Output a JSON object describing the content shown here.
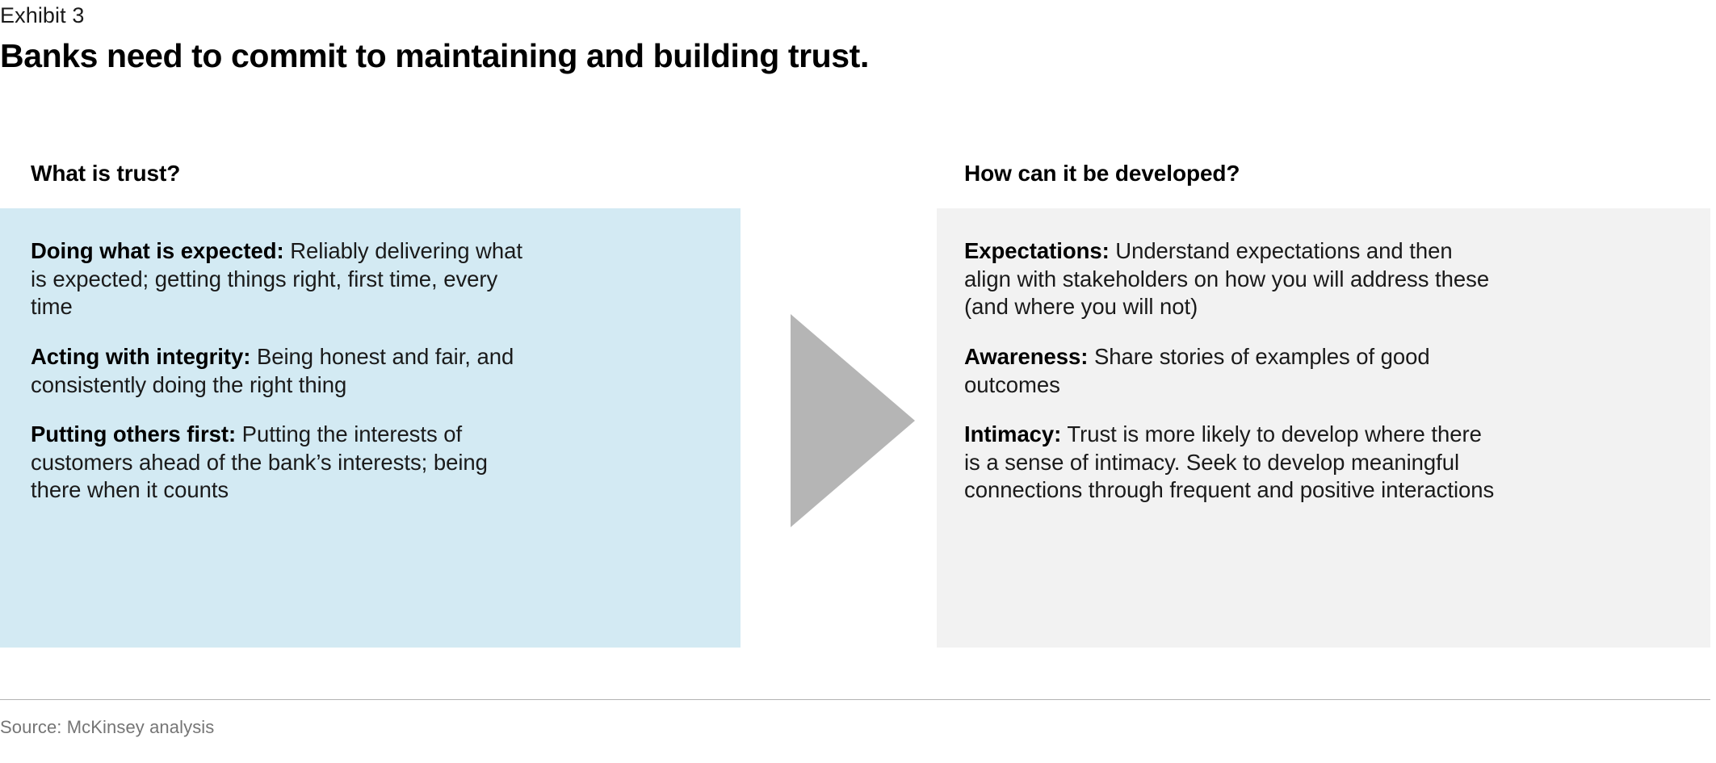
{
  "header": {
    "exhibit_label": "Exhibit 3",
    "title": "Banks need to commit to maintaining and building trust."
  },
  "columns": {
    "left": {
      "heading": "What is trust?",
      "background_color": "#d3eaf3",
      "entries": [
        {
          "term": "Doing what is expected:",
          "description": " Reliably delivering what is expected; getting things right, first time, every time"
        },
        {
          "term": "Acting with integrity:",
          "description": " Being honest and fair, and consistently doing the right thing"
        },
        {
          "term": "Putting others first:",
          "description": " Putting the interests of customers ahead of the bank’s interests; being there when it counts"
        }
      ]
    },
    "right": {
      "heading": "How can it be developed?",
      "background_color": "#f2f2f2",
      "entries": [
        {
          "term": "Expectations:",
          "description": " Understand expectations and then align with stakeholders on how you will address these (and where you will not)"
        },
        {
          "term": "Awareness:",
          "description": " Share stories of examples of good outcomes"
        },
        {
          "term": "Intimacy:",
          "description": " Trust is more likely to develop where there is a sense of intimacy. Seek to develop meaningful connections through frequent and positive interactions"
        }
      ]
    }
  },
  "connector": {
    "icon": "right-arrow-triangle",
    "color": "#b5b5b5"
  },
  "footer": {
    "source": "Source: McKinsey analysis",
    "rule_color": "#b3b3b3"
  }
}
